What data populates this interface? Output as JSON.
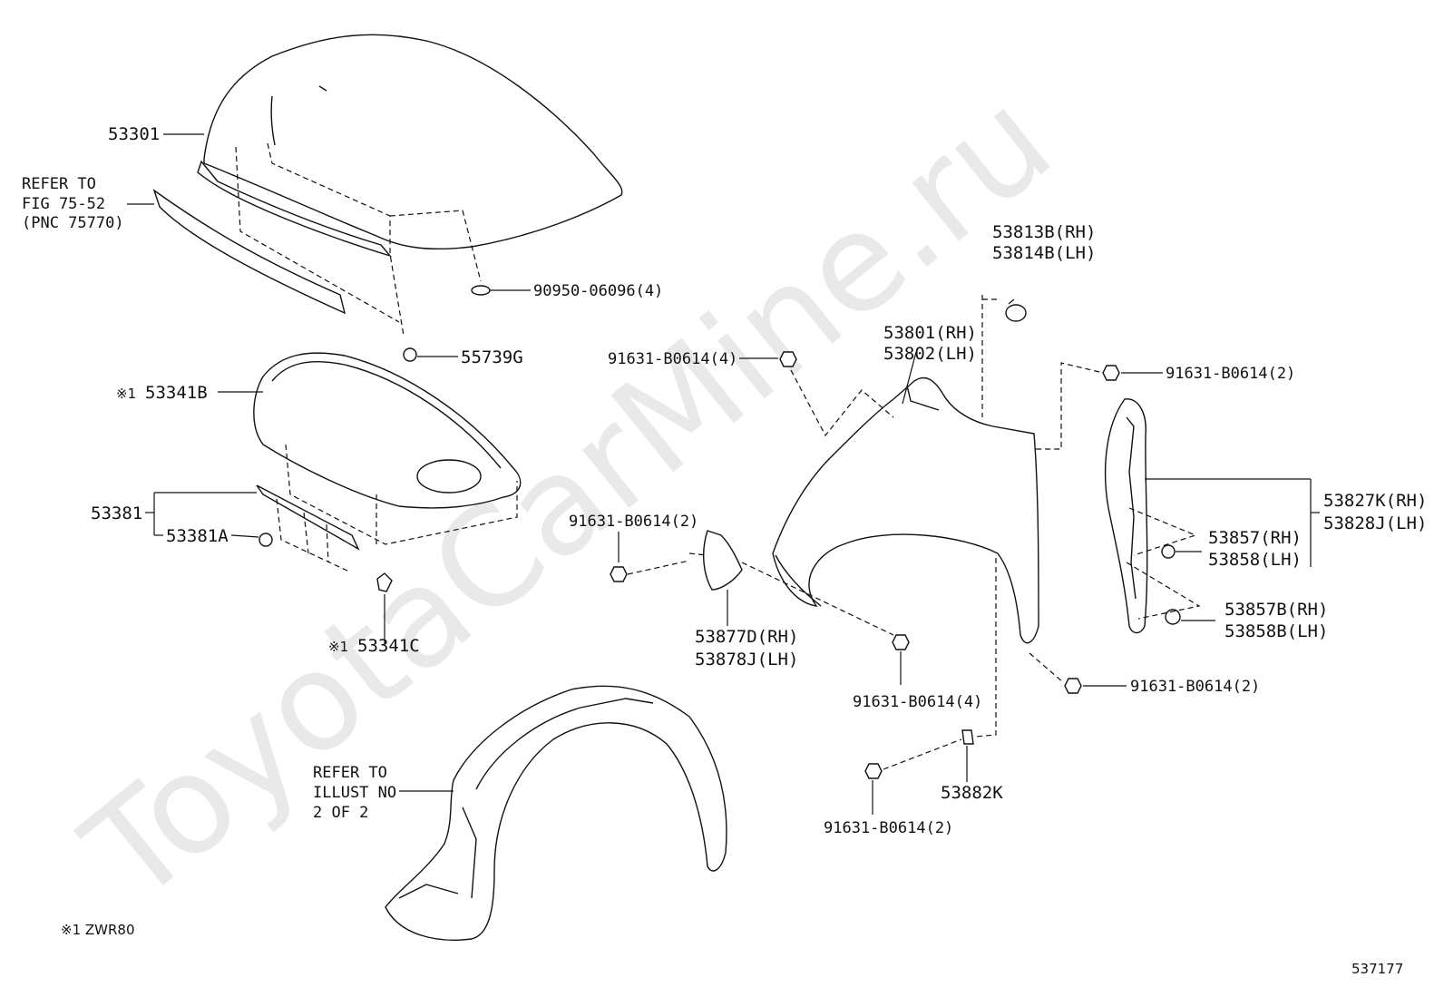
{
  "watermark": "ToyotaCarMine.ru",
  "labels": {
    "hood": "53301",
    "refer_fig_1": "REFER TO",
    "refer_fig_2": "FIG 75-52",
    "refer_fig_3": "(PNC 75770)",
    "hood_bumper": "90950-06096(4)",
    "clip_55739g": "55739G",
    "insulator_mark": "※1",
    "insulator": "53341B",
    "seal_group": "53381",
    "seal_a": "53381A",
    "clip_c_mark": "※1",
    "clip_c": "53341C",
    "cushion_rh": "53813B(RH)",
    "cushion_lh": "53814B(LH)",
    "fender_rh": "53801(RH)",
    "fender_lh": "53802(LH)",
    "bolt_top_left": "91631-B0614(4)",
    "bolt_top_right": "91631-B0614(2)",
    "bolt_mid_left": "91631-B0614(2)",
    "bracket_rh": "53827K(RH)",
    "bracket_lh": "53828J(LH)",
    "clip_857_rh": "53857(RH)",
    "clip_858_lh": "53858(LH)",
    "clip_857b_rh": "53857B(RH)",
    "clip_858b_lh": "53858B(LH)",
    "mudguard_rh": "53877D(RH)",
    "mudguard_lh": "53878J(LH)",
    "bolt_bottom_mid": "91631-B0614(4)",
    "bolt_bottom_right": "91631-B0614(2)",
    "refer_illust_1": "REFER TO",
    "refer_illust_2": "ILLUST NO",
    "refer_illust_3": "2 OF 2",
    "pad": "53882K",
    "bolt_bottom_left": "91631-B0614(2)",
    "footnote": "※1 ZWR80",
    "figure_number": "537177"
  }
}
